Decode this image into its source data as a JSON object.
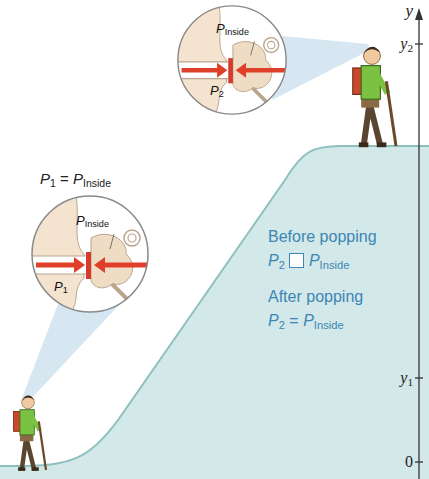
{
  "diagram": {
    "nodes": [
      {
        "text": [
          "PInside",
          "P2"
        ]
      },
      {
        "text": [
          "PInside",
          "P1"
        ]
      }
    ],
    "labels": [
      "P1 = PInside",
      "Before popping",
      "P2",
      "PInside",
      "After popping",
      "P2 = PInside",
      "y",
      "y2",
      "y1",
      "0"
    ]
  }
}
